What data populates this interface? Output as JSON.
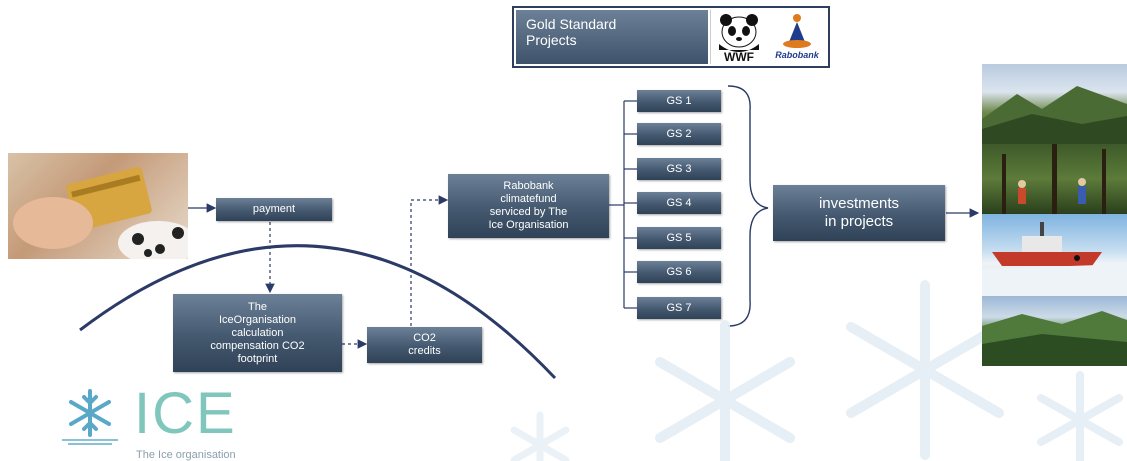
{
  "header": {
    "title": "Gold Standard\nProjects",
    "wwf_logo_text": "WWF",
    "rabobank_logo_text": "Rabobank"
  },
  "nodes": {
    "payment": "payment",
    "calculation": "The\nIceOrganisation\ncalculation\ncompensation CO2\nfootprint",
    "co2_credits": "CO2\ncredits",
    "climatefund": "Rabobank\nclimatefund\nserviced by The\nIce Organisation",
    "investments": "investments\nin projects"
  },
  "gs_projects": [
    "GS 1",
    "GS 2",
    "GS 3",
    "GS 4",
    "GS 5",
    "GS 6",
    "GS 7"
  ],
  "logo": {
    "wordmark": "ICE",
    "tagline": "The Ice organisation"
  },
  "colors": {
    "box_dark": "#2f4257",
    "arc": "#2b3a66",
    "arrow": "#2b3a66",
    "ice_blue": "#5aa8c8"
  }
}
